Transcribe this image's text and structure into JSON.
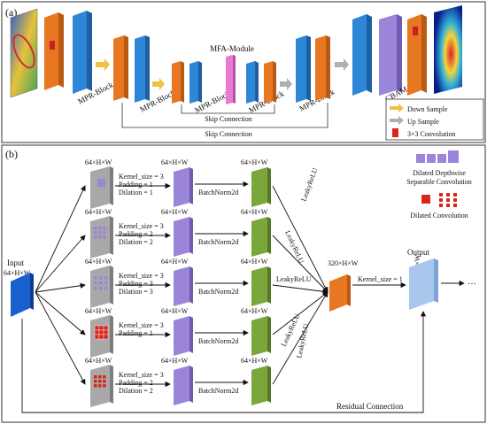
{
  "panel_a": {
    "label": "(a)",
    "mfa_module": "MFA-Module",
    "blocks": {
      "mpr1": "MPR-Block",
      "mpr2": "MPR-Block",
      "mpr3": "MPR-Block",
      "mpr4": "MPR-Block",
      "mpr5": "MPR-Block",
      "cbam": "CBAM"
    },
    "skip_inner": "Skip Connection",
    "skip_outer": "Skip Connection",
    "legend": {
      "down": "Down Sample",
      "up": "Up Sample",
      "conv": "3×3 Convolution"
    }
  },
  "panel_b": {
    "label": "(b)",
    "input_label": "Input",
    "input_dim": "64×H×W",
    "branch_dims": [
      "64×H×W",
      "64×H×W",
      "64×H×W",
      "64×H×W",
      "64×H×W"
    ],
    "mid_dims": [
      "64×H×W",
      "64×H×W",
      "64×H×W",
      "64×H×W",
      "64×H×W"
    ],
    "bn_dims": [
      "64×H×W",
      "64×H×W",
      "64×H×W",
      "64×H×W",
      "64×H×W"
    ],
    "params": [
      [
        "Kernel_size = 3",
        "Padding = 1",
        "Dilation = 1"
      ],
      [
        "Kernel_size = 3",
        "Padding = 2",
        "Dilation = 2"
      ],
      [
        "Kernel_size = 3",
        "Padding = 3",
        "Dilation = 3"
      ],
      [
        "Kernel_size = 3",
        "Padding = 1"
      ],
      [
        "Kernel_size = 3",
        "Padding = 2",
        "Dilation = 2"
      ]
    ],
    "batchnorm": "BatchNorm2d",
    "activation": "LeakyReLU",
    "concat_dim": "320×H×W",
    "conv1_label": "Kernel_size = 1",
    "output_label": "Output",
    "output_dim": "64×H×W",
    "ellipsis": "···",
    "residual": "Residual Connection",
    "legend": {
      "dilated_dw": [
        "Dilated Depthwise",
        "Separable Convolution"
      ],
      "dilated": "Dilated Convolution"
    }
  },
  "colors": {
    "orange": "#e87722",
    "blue": "#2e86d6",
    "purple": "#9b85d9",
    "green": "#7aa63c",
    "pink": "#e87ad2",
    "grey": "#a8a8a8",
    "red": "#d9251c",
    "arrow_yellow": "#f0c040",
    "arrow_grey": "#b0b0b0"
  }
}
